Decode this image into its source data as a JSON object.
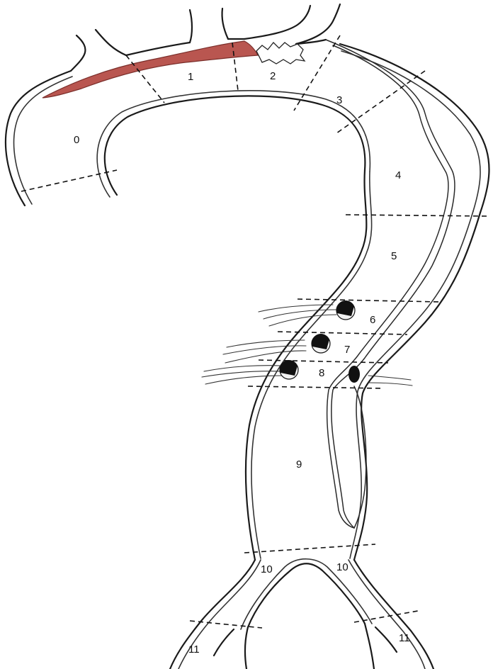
{
  "colors": {
    "wall": "#1a1a1a",
    "graft": "#b95650",
    "graft_edge": "#7a2e2a",
    "ostium_dark": "#111111",
    "ostium_light": "#f2f2f2",
    "background": "#ffffff"
  },
  "zones": [
    {
      "id": "zone-0",
      "label": "0"
    },
    {
      "id": "zone-1",
      "label": "1"
    },
    {
      "id": "zone-2",
      "label": "2"
    },
    {
      "id": "zone-3",
      "label": "3"
    },
    {
      "id": "zone-4",
      "label": "4"
    },
    {
      "id": "zone-5",
      "label": "5"
    },
    {
      "id": "zone-6",
      "label": "6"
    },
    {
      "id": "zone-7",
      "label": "7"
    },
    {
      "id": "zone-8",
      "label": "8"
    },
    {
      "id": "zone-9",
      "label": "9"
    },
    {
      "id": "zone-10-left",
      "label": "10"
    },
    {
      "id": "zone-10-right",
      "label": "10"
    },
    {
      "id": "zone-11-left",
      "label": "11"
    },
    {
      "id": "zone-11-right",
      "label": "11"
    }
  ]
}
